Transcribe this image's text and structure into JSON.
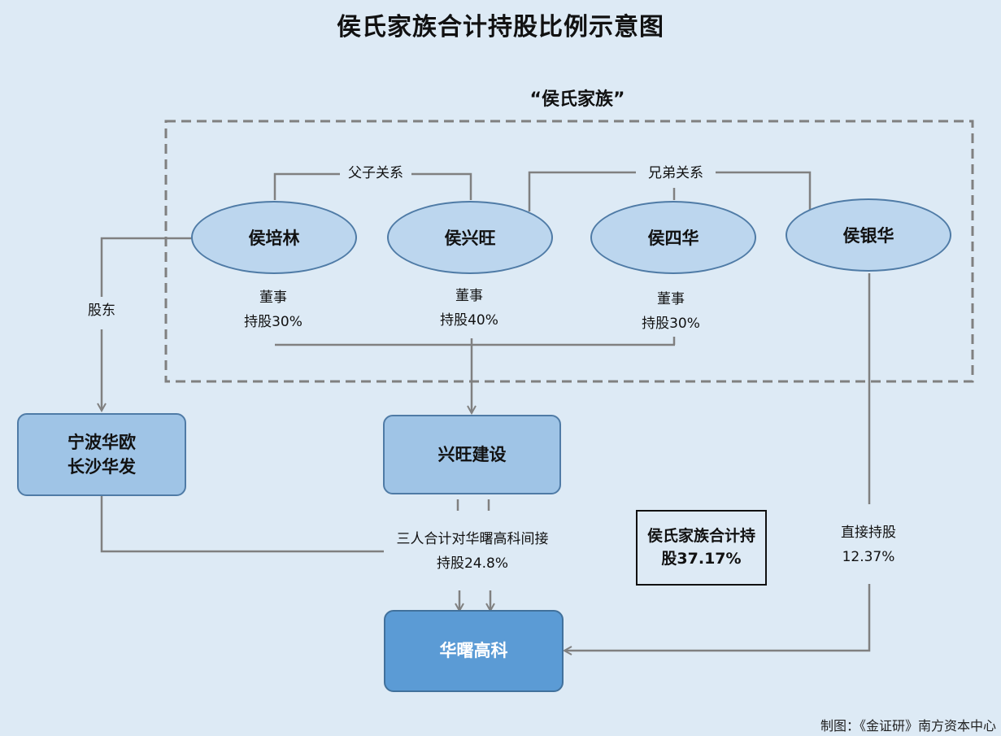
{
  "title": "侯氏家族合计持股比例示意图",
  "group_label": "“侯氏家族”",
  "relations": {
    "father_son": "父子关系",
    "brothers": "兄弟关系"
  },
  "people": [
    {
      "name": "侯培林",
      "role": "董事",
      "holding": "持股30%"
    },
    {
      "name": "侯兴旺",
      "role": "董事",
      "holding": "持股40%"
    },
    {
      "name": "侯四华",
      "role": "董事",
      "holding": "持股30%"
    },
    {
      "name": "侯银华"
    }
  ],
  "shareholder_label": "股东",
  "companies": {
    "ningbo": [
      "宁波华欧",
      "长沙华发"
    ],
    "xingwang": "兴旺建设",
    "huashu": "华曙高科"
  },
  "indirect": [
    "三人合计对华曙高科间接",
    "持股24.8%"
  ],
  "direct": [
    "直接持股",
    "12.37%"
  ],
  "total": [
    "侯氏家族合计持",
    "股37.17%"
  ],
  "credit": "制图：《金证研》南方资本中心",
  "colors": {
    "background": "#ddeaf5",
    "ellipse_fill": "#bcd6ee",
    "box_fill": "#9fc4e6",
    "highlight_box": "#5b9bd5",
    "line": "#808080"
  }
}
